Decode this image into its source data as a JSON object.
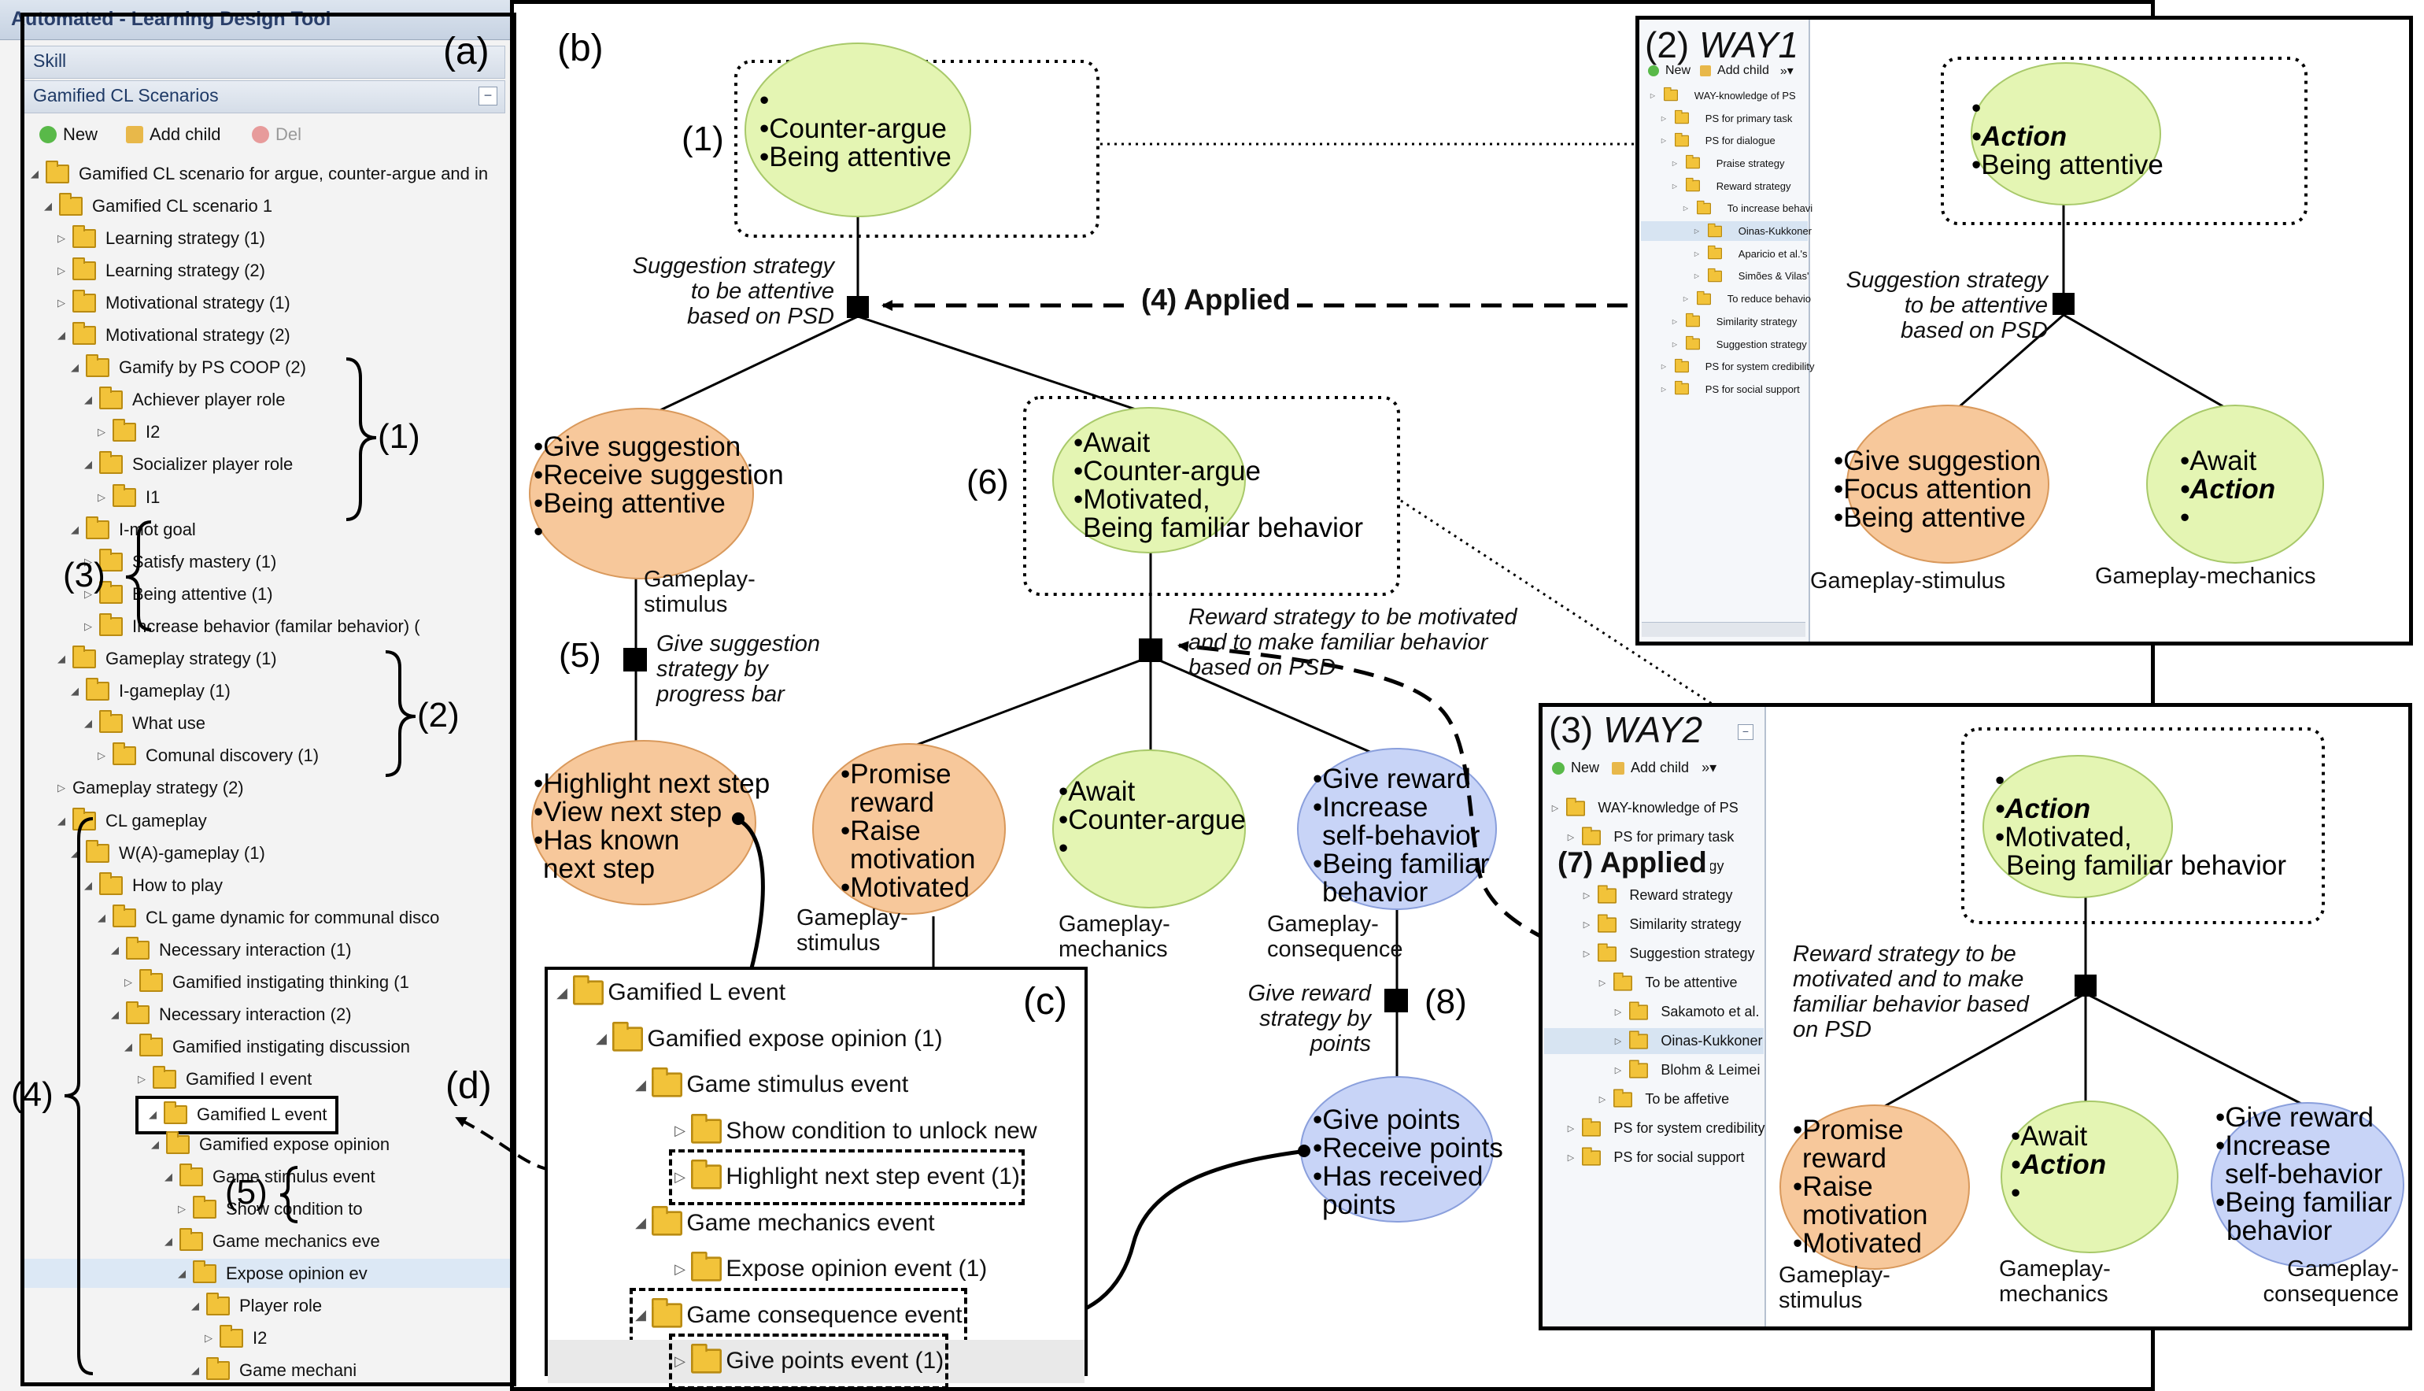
{
  "app_title": "Automated - Learning Design Tool",
  "panel_a": {
    "label": "(a)",
    "header1": "Skill",
    "header2": "Gamified CL Scenarios",
    "toolbar": {
      "new": "New",
      "add_child": "Add child",
      "del": "Del"
    },
    "tree": [
      {
        "t": "Gamified CL scenario for argue, counter-argue and in",
        "d": 0,
        "open": true
      },
      {
        "t": "Gamified CL scenario 1",
        "d": 1,
        "open": true
      },
      {
        "t": "Learning strategy (1)",
        "d": 2,
        "open": false
      },
      {
        "t": "Learning strategy (2)",
        "d": 2,
        "open": false
      },
      {
        "t": "Motivational strategy (1)",
        "d": 2,
        "open": false
      },
      {
        "t": "Motivational strategy (2)",
        "d": 2,
        "open": true
      },
      {
        "t": "Gamify by PS COOP (2)",
        "d": 3,
        "open": true
      },
      {
        "t": "Achiever player role",
        "d": 4,
        "open": true
      },
      {
        "t": "I2",
        "d": 5,
        "open": false
      },
      {
        "t": "Socializer player role",
        "d": 4,
        "open": true
      },
      {
        "t": "I1",
        "d": 5,
        "open": false
      },
      {
        "t": "I-mot goal",
        "d": 3,
        "open": true
      },
      {
        "t": "Satisfy mastery (1)",
        "d": 4,
        "open": false
      },
      {
        "t": "Being attentive (1)",
        "d": 4,
        "open": false
      },
      {
        "t": "Increase behavior (familar behavior) (",
        "d": 4,
        "open": false
      },
      {
        "t": "Gameplay strategy (1)",
        "d": 2,
        "open": true
      },
      {
        "t": "I-gameplay (1)",
        "d": 3,
        "open": true
      },
      {
        "t": "What use",
        "d": 4,
        "open": true
      },
      {
        "t": "Comunal discovery (1)",
        "d": 5,
        "open": false
      },
      {
        "t": "Gameplay strategy (2)",
        "d": 2,
        "open": false,
        "nofolder": true
      },
      {
        "t": "CL gameplay",
        "d": 2,
        "open": true
      },
      {
        "t": "W(A)-gameplay (1)",
        "d": 3,
        "open": true
      },
      {
        "t": "How to play",
        "d": 4,
        "open": true
      },
      {
        "t": "CL game dynamic for communal disco",
        "d": 5,
        "open": true
      },
      {
        "t": "Necessary interaction (1)",
        "d": 6,
        "open": true
      },
      {
        "t": "Gamified instigating thinking (1",
        "d": 7,
        "open": false
      },
      {
        "t": "Necessary interaction (2)",
        "d": 6,
        "open": true
      },
      {
        "t": "Gamified instigating discussion",
        "d": 7,
        "open": true
      },
      {
        "t": "Gamified I event",
        "d": 8,
        "open": false
      },
      {
        "t": "Gamified L event",
        "d": 8,
        "open": true,
        "boxed": true
      },
      {
        "t": "Gamified expose opinion",
        "d": 9,
        "open": true
      },
      {
        "t": "Game stimulus event",
        "d": 10,
        "open": true
      },
      {
        "t": "Show condition to",
        "d": 11,
        "open": false
      },
      {
        "t": "Game mechanics eve",
        "d": 10,
        "open": true
      },
      {
        "t": "Expose opinion ev",
        "d": 11,
        "open": true,
        "sel": true
      },
      {
        "t": "Player role",
        "d": 12,
        "open": true
      },
      {
        "t": "I2",
        "d": 13,
        "open": false
      },
      {
        "t": "Game mechani",
        "d": 12,
        "open": true
      }
    ],
    "brace_labels": [
      "(1)",
      "(3)",
      "(2)",
      "(4)",
      "(5)"
    ],
    "d_label": "(d)"
  },
  "panel_b": {
    "label": "(b)",
    "markers": [
      "(1)",
      "(5)",
      "(6)",
      "(8)"
    ],
    "applied_label": "(4) Applied",
    "nodes": {
      "top": [
        "•",
        "•Counter-argue",
        "•Being attentive"
      ],
      "give_suggestion": [
        "•Give suggestion",
        "•Receive suggestion",
        "•Being attentive",
        "•"
      ],
      "await": [
        "•Await",
        "•Counter-argue",
        "•Motivated,",
        "Being familiar behavior"
      ],
      "highlight": [
        "•Highlight next step",
        "•View next step",
        "•Has known",
        "next step"
      ],
      "promise": [
        "•Promise",
        "reward",
        "•Raise",
        "motivation",
        "•Motivated"
      ],
      "await2": [
        "•Await",
        "•Counter-argue",
        "•"
      ],
      "give_reward": [
        "•Give reward",
        "•Increase",
        "self-behavior",
        "•Being familiar",
        "behavior"
      ],
      "give_points": [
        "•Give points",
        "•Receive points",
        "•Has received",
        "points"
      ]
    },
    "strategy_texts": {
      "suggestion": [
        "Suggestion strategy",
        "to be attentive",
        "based on PSD"
      ],
      "give_suggestion_pb": [
        "Give suggestion",
        "strategy by",
        "progress bar"
      ],
      "reward": [
        "Reward strategy to be motivated",
        "and to make familiar behavior",
        "based on PSD"
      ],
      "give_reward_points": [
        "Give reward",
        "strategy by",
        "points"
      ]
    },
    "edge_labels": {
      "gameplay_stimulus": [
        "Gameplay-",
        "stimulus"
      ],
      "gameplay_stimulus2": [
        "Gameplay-",
        "stimulus"
      ],
      "gameplay_mechanics": [
        "Gameplay-",
        "mechanics"
      ],
      "gameplay_consequence": [
        "Gameplay-",
        "consequence"
      ]
    }
  },
  "panel_c": {
    "label": "(c)",
    "tree": [
      {
        "t": "Gamified L event",
        "d": 0,
        "open": true
      },
      {
        "t": "Gamified expose opinion (1)",
        "d": 1,
        "open": true
      },
      {
        "t": "Game stimulus event",
        "d": 2,
        "open": true
      },
      {
        "t": "Show condition to unlock new",
        "d": 3,
        "open": false
      },
      {
        "t": "Highlight next step event (1)",
        "d": 3,
        "open": false,
        "dashed": true
      },
      {
        "t": "Game mechanics event",
        "d": 2,
        "open": true
      },
      {
        "t": "Expose opinion event (1)",
        "d": 3,
        "open": false
      },
      {
        "t": "Game consequence event",
        "d": 2,
        "open": true,
        "dashed": true
      },
      {
        "t": "Give points event (1)",
        "d": 3,
        "open": false,
        "dashed": true,
        "sel": true
      }
    ]
  },
  "way1": {
    "title_num": "(2)",
    "title_name": "WAY1",
    "toolbar": {
      "new": "New",
      "add_child": "Add child"
    },
    "tree": [
      {
        "t": "WAY-knowledge of PS",
        "d": 0
      },
      {
        "t": "PS for primary task",
        "d": 1
      },
      {
        "t": "PS for dialogue",
        "d": 1
      },
      {
        "t": "Praise strategy",
        "d": 2
      },
      {
        "t": "Reward strategy",
        "d": 2
      },
      {
        "t": "To increase behavi",
        "d": 3
      },
      {
        "t": "Oinas-Kukkoner",
        "d": 4,
        "sel": true
      },
      {
        "t": "Aparicio et al.'s",
        "d": 4
      },
      {
        "t": "Simões & Vilas'",
        "d": 4
      },
      {
        "t": "To reduce behavio",
        "d": 3
      },
      {
        "t": "Similarity strategy",
        "d": 2
      },
      {
        "t": "Suggestion strategy",
        "d": 2
      },
      {
        "t": "PS for system credibility",
        "d": 1
      },
      {
        "t": "PS for social support",
        "d": 1
      }
    ],
    "top": [
      "•",
      "•Action",
      "•Being attentive"
    ],
    "strategy": [
      "Suggestion strategy",
      "to be attentive",
      "based on PSD"
    ],
    "left": [
      "•Give suggestion",
      "•Focus attention",
      "•Being attentive"
    ],
    "right": [
      "•Await",
      "•Action",
      "•"
    ],
    "left_label": "Gameplay-stimulus",
    "right_label": "Gameplay-mechanics"
  },
  "way2": {
    "title_num": "(3)",
    "title_name": "WAY2",
    "toolbar": {
      "new": "New",
      "add_child": "Add child"
    },
    "applied": "(7) Applied",
    "tree": [
      {
        "t": "WAY-knowledge of PS",
        "d": 0
      },
      {
        "t": "PS for primary task",
        "d": 1
      },
      {
        "t": "Praise strategy",
        "d": 2
      },
      {
        "t": "Reward strategy",
        "d": 2
      },
      {
        "t": "Similarity strategy",
        "d": 2
      },
      {
        "t": "Suggestion strategy",
        "d": 2
      },
      {
        "t": "To be attentive",
        "d": 3
      },
      {
        "t": "Sakamoto et al.",
        "d": 4
      },
      {
        "t": "Oinas-Kukkoner",
        "d": 4,
        "sel": true
      },
      {
        "t": "Blohm & Leimei",
        "d": 4
      },
      {
        "t": "To be affetive",
        "d": 3
      },
      {
        "t": "PS for system credibility",
        "d": 1
      },
      {
        "t": "PS for social support",
        "d": 1
      }
    ],
    "top": [
      "•",
      "•Action",
      "•Motivated,",
      "Being familiar behavior"
    ],
    "strategy": [
      "Reward strategy to be",
      "motivated and to make",
      "familiar behavior based",
      "on PSD"
    ],
    "left": [
      "•Promise",
      "reward",
      "•Raise",
      "motivation",
      "•Motivated"
    ],
    "mid": [
      "•Await",
      "•Action",
      "•"
    ],
    "right": [
      "•Give reward",
      "•Increase",
      "self-behavior",
      "•Being familiar",
      "behavior"
    ],
    "left_label": [
      "Gameplay-",
      "stimulus"
    ],
    "mid_label": [
      "Gameplay-",
      "mechanics"
    ],
    "right_label": [
      "Gameplay-",
      "consequence"
    ]
  },
  "colors": {
    "green": "#e4f5b3",
    "green_stroke": "#a8c96a",
    "orange": "#f7c89b",
    "orange_stroke": "#d9995c",
    "blue": "#c8d4f7",
    "blue_stroke": "#8a9fdc",
    "folder": "#f2c33a"
  }
}
